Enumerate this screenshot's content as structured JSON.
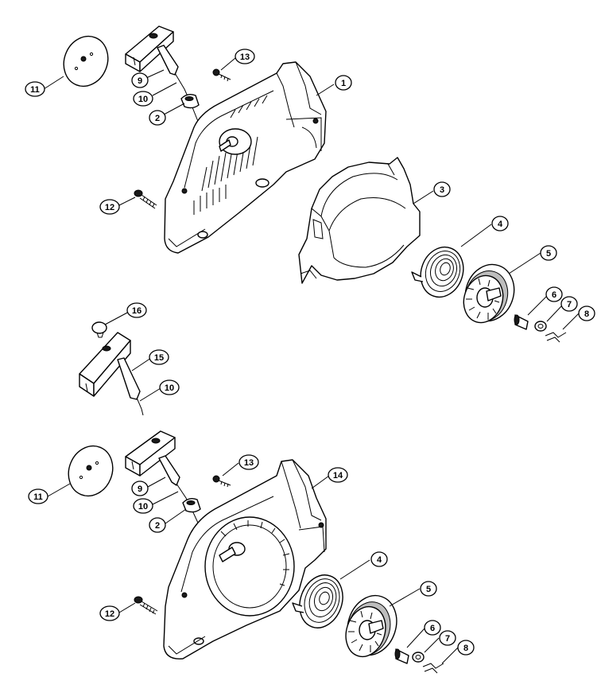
{
  "diagram": {
    "callouts": [
      {
        "id": "c-11-top",
        "label": "11"
      },
      {
        "id": "c-9-top",
        "label": "9"
      },
      {
        "id": "c-13-top",
        "label": "13"
      },
      {
        "id": "c-10-top",
        "label": "10"
      },
      {
        "id": "c-2-top",
        "label": "2"
      },
      {
        "id": "c-1",
        "label": "1"
      },
      {
        "id": "c-12-top",
        "label": "12"
      },
      {
        "id": "c-3",
        "label": "3"
      },
      {
        "id": "c-4-top",
        "label": "4"
      },
      {
        "id": "c-5-top",
        "label": "5"
      },
      {
        "id": "c-6-top",
        "label": "6"
      },
      {
        "id": "c-7-top",
        "label": "7"
      },
      {
        "id": "c-8-top",
        "label": "8"
      },
      {
        "id": "c-16",
        "label": "16"
      },
      {
        "id": "c-15",
        "label": "15"
      },
      {
        "id": "c-10-mid",
        "label": "10"
      },
      {
        "id": "c-13-bot",
        "label": "13"
      },
      {
        "id": "c-14",
        "label": "14"
      },
      {
        "id": "c-9-bot",
        "label": "9"
      },
      {
        "id": "c-11-bot",
        "label": "11"
      },
      {
        "id": "c-10-bot",
        "label": "10"
      },
      {
        "id": "c-2-bot",
        "label": "2"
      },
      {
        "id": "c-4-bot",
        "label": "4"
      },
      {
        "id": "c-5-bot",
        "label": "5"
      },
      {
        "id": "c-12-bot",
        "label": "12"
      },
      {
        "id": "c-6-bot",
        "label": "6"
      },
      {
        "id": "c-7-bot",
        "label": "7"
      },
      {
        "id": "c-8-bot",
        "label": "8"
      }
    ]
  }
}
